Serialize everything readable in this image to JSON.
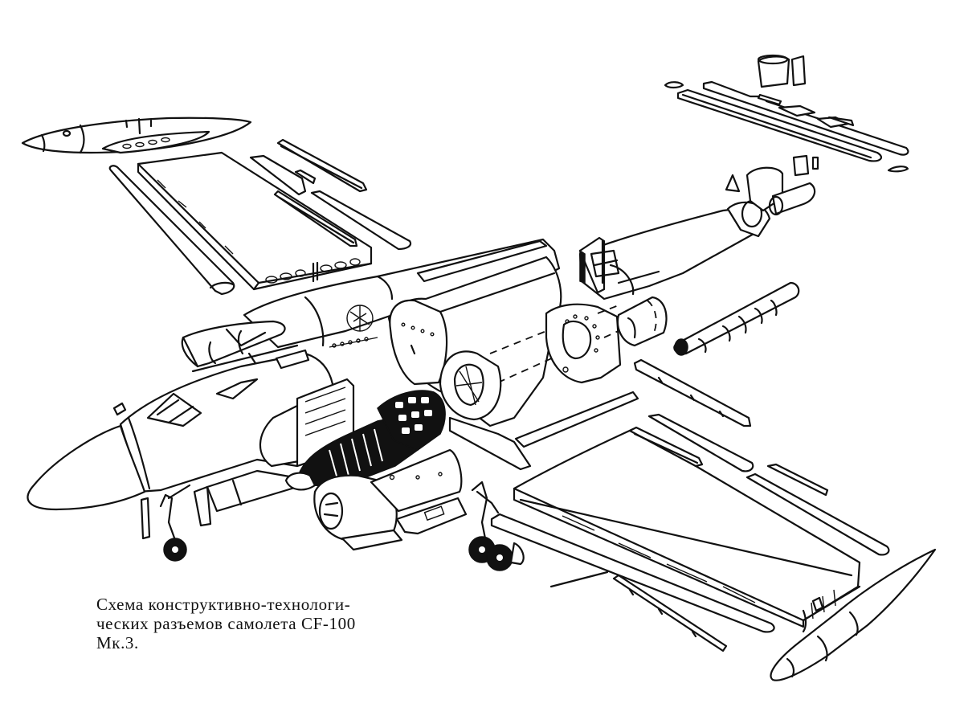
{
  "figure": {
    "type": "exploded-view technical drawing",
    "subject": "CF-100 Mk.3",
    "caption_lines": [
      "Схема  конструктивно-технологи-",
      "ческих разъемов самолета CF-100",
      "Мк.3."
    ],
    "components": [
      "left-wingtip-tank",
      "left-outer-wing-panel",
      "left-wing-leading-edge",
      "left-flap-and-aileron-strips",
      "upper-fuselage-spine",
      "cockpit-canopy",
      "forward-fuselage",
      "nose-radome",
      "nose-landing-gear",
      "jet-engine",
      "engine-nacelle-intake",
      "center-fuselage-section",
      "rear-fuselage-tail-cone",
      "tail-fin-fairing",
      "horizontal-stabilizer",
      "rudder-and-elevator-parts",
      "jet-pipe",
      "main-landing-gear",
      "right-outer-wing-panel",
      "right-wing-leading-edge",
      "right-wingtip-tank",
      "right-flap-strips"
    ]
  }
}
